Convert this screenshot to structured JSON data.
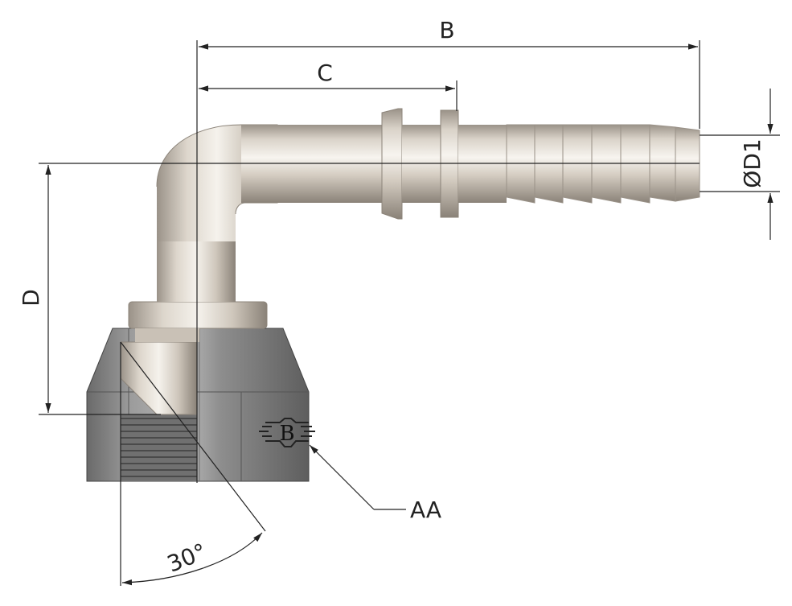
{
  "labels": {
    "b": "B",
    "c": "C",
    "d": "D",
    "d1": "ØD1",
    "angle": "30°",
    "aa": "AA"
  },
  "emblem": {
    "letter": "B"
  },
  "colors": {
    "tube_light": "#f4f1ec",
    "tube_mid": "#cdc5bb",
    "tube_dark": "#8f877d",
    "nut_light": "#b4b4b4",
    "nut_mid": "#8c8c8c",
    "nut_dark": "#5a5a5a",
    "line": "#222222"
  }
}
